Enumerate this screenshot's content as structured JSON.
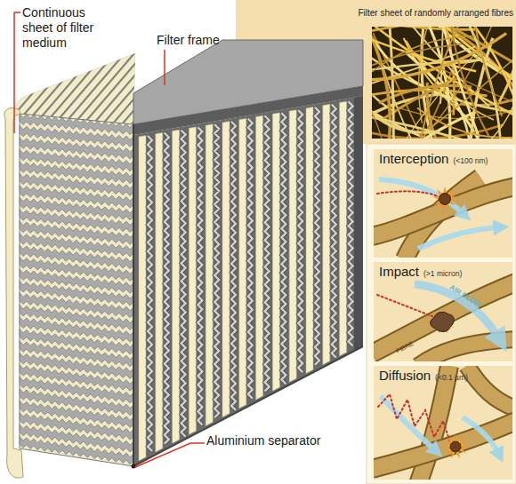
{
  "diagram": {
    "nodes": [
      {
        "text": [
          "Filter sheet of randomly arranged fibres"
        ]
      },
      {
        "text": [
          "Interception",
          "(<100 nm)"
        ]
      },
      {
        "text": [
          "Impact",
          "(>1 micron)"
        ]
      },
      {
        "text": [
          "Diffusion",
          "(<0.1 µm)"
        ]
      }
    ],
    "labels": [
      "Continuous sheet of filter medium",
      "Filter frame",
      "Aluminium separator",
      "AIR FLOW",
      "FIBRE"
    ]
  }
}
